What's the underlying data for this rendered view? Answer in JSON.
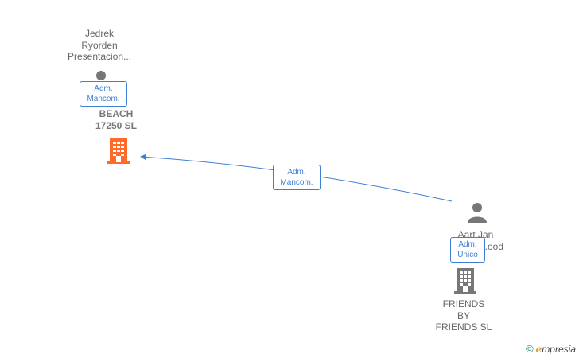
{
  "persons": [
    {
      "lines": [
        "Jedrek",
        "Ryorden",
        "Presentacion..."
      ]
    },
    {
      "lines": [
        "Aart Jan",
        "...ood"
      ]
    }
  ],
  "companies": [
    {
      "lines": [
        "BEACH",
        "17250 SL"
      ],
      "color": "#ff6a2b"
    },
    {
      "lines": [
        "FRIENDS",
        "BY",
        "FRIENDS SL"
      ],
      "color": "#777777"
    }
  ],
  "relations": [
    {
      "lines": [
        "Adm.",
        "Mancom."
      ]
    },
    {
      "lines": [
        "Adm.",
        "Mancom."
      ]
    },
    {
      "lines": [
        "Adm.",
        "Unico"
      ]
    }
  ],
  "colors": {
    "edge": "#3d7fd6",
    "person_icon": "#777777"
  },
  "brand": {
    "symbol": "©",
    "initial": "e",
    "rest": "mpresia"
  }
}
